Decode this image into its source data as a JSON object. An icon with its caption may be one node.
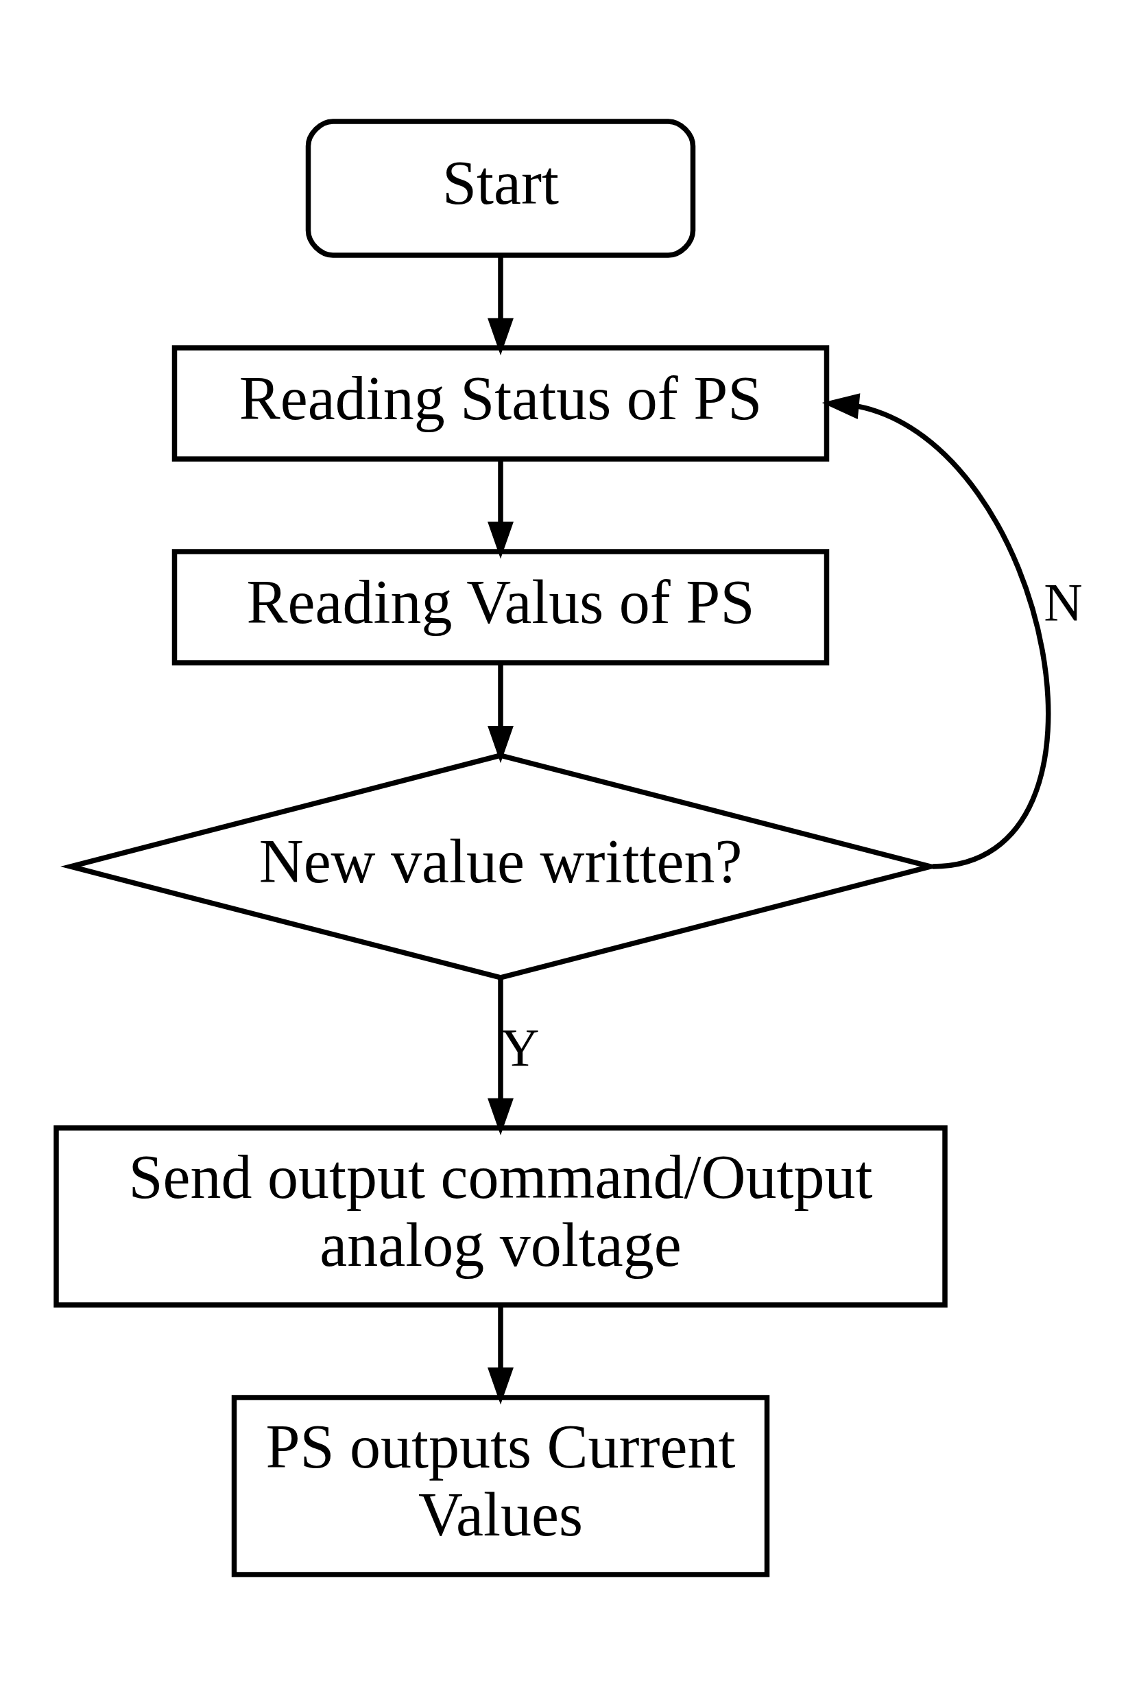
{
  "diagram": {
    "nodes": [
      {
        "text": [
          "Start"
        ]
      },
      {
        "text": [
          "Reading Status of PS"
        ]
      },
      {
        "text": [
          "Reading Valus of PS"
        ]
      },
      {
        "text": [
          "New value written?"
        ]
      },
      {
        "text": [
          "Send output command/Output analog voltage"
        ]
      },
      {
        "text": [
          "PS outputs Current Values"
        ]
      }
    ],
    "edges": [
      {
        "from": 0,
        "to": 1,
        "arrow": "to"
      },
      {
        "from": 1,
        "to": 2,
        "arrow": "to"
      },
      {
        "from": 2,
        "to": 3,
        "arrow": "to"
      },
      {
        "from": 3,
        "to": 1,
        "arrow": "to",
        "label": "N"
      },
      {
        "from": 3,
        "to": 4,
        "arrow": "to",
        "label": "Y"
      },
      {
        "from": 4,
        "to": 5,
        "arrow": "to"
      }
    ]
  }
}
